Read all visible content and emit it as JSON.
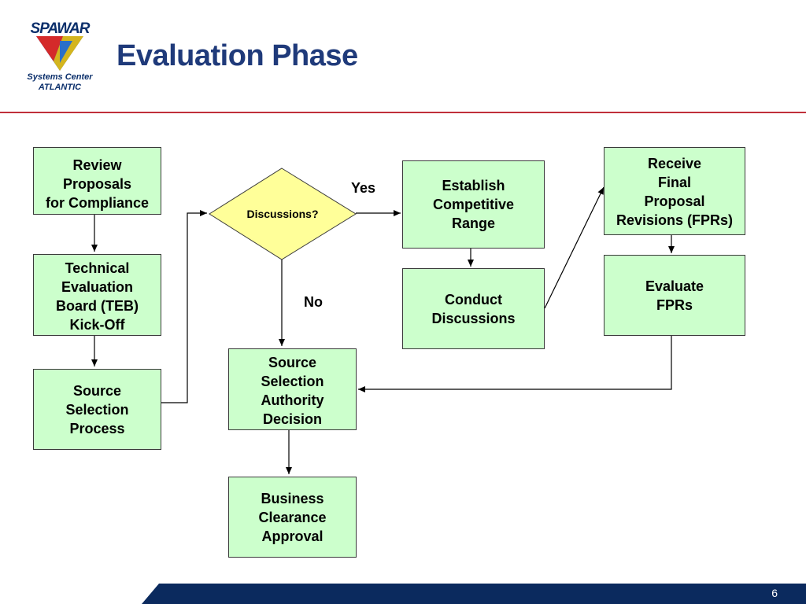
{
  "header": {
    "title": "Evaluation Phase",
    "logo": {
      "wordmark": "SPAWAR",
      "line1": "Systems Center",
      "line2": "ATLANTIC",
      "colors": {
        "navy": "#0b2f6b",
        "red": "#d42a2a",
        "yellow": "#f2c200",
        "blue": "#2a6fc9"
      }
    }
  },
  "diagram": {
    "nodes": {
      "review": "Review\nProposals\nfor Compliance",
      "teb": "Technical\nEvaluation\nBoard (TEB)\nKick-Off",
      "ssp": "Source\nSelection\nProcess",
      "discussions": "Discussions?",
      "establish": "Establish\nCompetitive\nRange",
      "conduct": "Conduct\nDiscussions",
      "receive": "Receive\nFinal\nProposal\nRevisions (FPRs)",
      "evaluate": "Evaluate\nFPRs",
      "ssa": "Source\nSelection\nAuthority\nDecision",
      "business": "Business\nClearance\nApproval"
    },
    "labels": {
      "yes": "Yes",
      "no": "No"
    },
    "colors": {
      "box_fill": "#ccffcc",
      "decision_fill": "#ffff99",
      "line": "#000000"
    }
  },
  "footer": {
    "page_number": "6",
    "band_color": "#0b2a5e",
    "rule_color": "#c0303a"
  }
}
